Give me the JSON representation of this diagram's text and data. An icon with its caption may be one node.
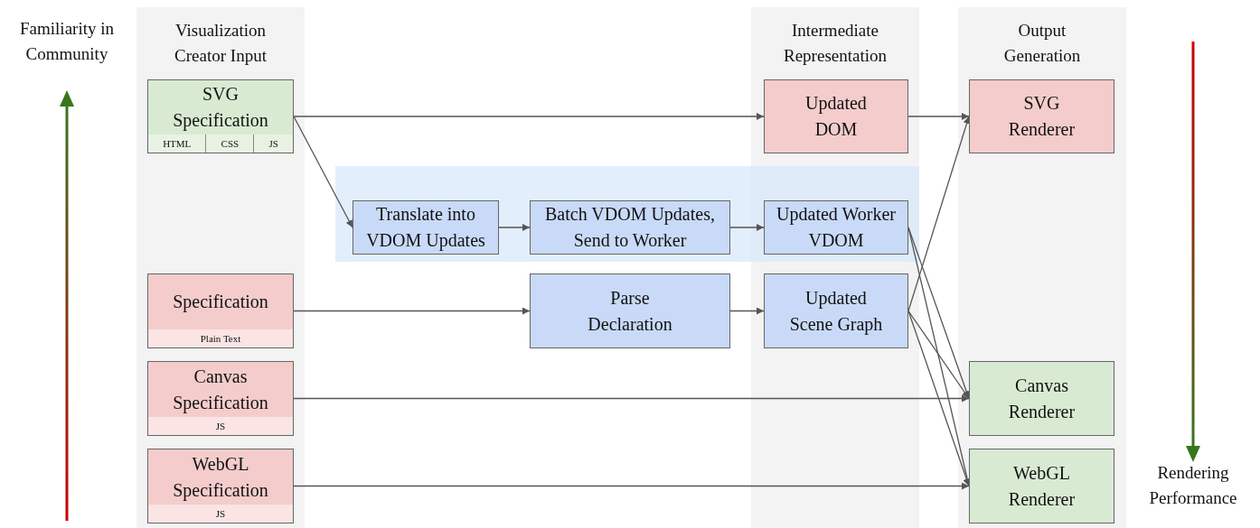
{
  "diagram": {
    "nodes": [
      {
        "text": [
          "Visualization Creator Input"
        ]
      },
      {
        "text": [
          "Intermediate Representation"
        ]
      },
      {
        "text": [
          "Output Generation"
        ]
      },
      {
        "text": [
          "Updated DOM"
        ],
        "in": 1
      },
      {
        "text": [
          "SVG Renderer"
        ],
        "in": 2
      },
      {
        "text": [
          "SVG Specification",
          "HTML",
          "CSS",
          "JS"
        ],
        "in": 0
      },
      {
        "text": [],
        "shape": "box"
      },
      {
        "text": [
          "Translate into VDOM Updates"
        ],
        "in": 6
      },
      {
        "text": [
          "Batch VDOM Updates, Send to Worker"
        ],
        "in": 6
      },
      {
        "text": [
          "Updated Worker VDOM"
        ],
        "in": 1
      },
      {
        "text": [
          "Specification",
          "Plain Text"
        ],
        "in": 0
      },
      {
        "text": [
          "Parse Declaration"
        ]
      },
      {
        "text": [
          "Updated Scene Graph"
        ],
        "in": 1
      },
      {
        "text": [
          "Canvas Specification",
          "JS"
        ],
        "in": 0
      },
      {
        "text": [
          "Canvas Renderer"
        ],
        "in": 2
      },
      {
        "text": [
          "WebGL Specification",
          "JS"
        ],
        "in": 0
      },
      {
        "text": [
          "WebGL Renderer"
        ],
        "in": 2
      }
    ],
    "edges": [
      {
        "from": 5,
        "to": 3,
        "arrow": "to"
      },
      {
        "from": 3,
        "to": 4,
        "arrow": "to"
      },
      {
        "from": 5,
        "to": 7,
        "arrow": "to"
      },
      {
        "from": 7,
        "to": 8,
        "arrow": "to"
      },
      {
        "from": 8,
        "to": 9,
        "arrow": "to"
      },
      {
        "from": 9,
        "to": 14,
        "arrow": "to"
      },
      {
        "from": 9,
        "to": 16,
        "arrow": "to"
      },
      {
        "from": 10,
        "to": 11,
        "arrow": "to"
      },
      {
        "from": 11,
        "to": 12,
        "arrow": "to"
      },
      {
        "from": 12,
        "to": 4,
        "arrow": "to"
      },
      {
        "from": 12,
        "to": 14,
        "arrow": "to"
      },
      {
        "from": 12,
        "to": 16,
        "arrow": "to"
      },
      {
        "from": 13,
        "to": 14,
        "arrow": "to"
      },
      {
        "from": 15,
        "to": 16,
        "arrow": "to"
      }
    ],
    "labels": [
      "Familiarity in Community",
      "Rendering Performance"
    ]
  }
}
